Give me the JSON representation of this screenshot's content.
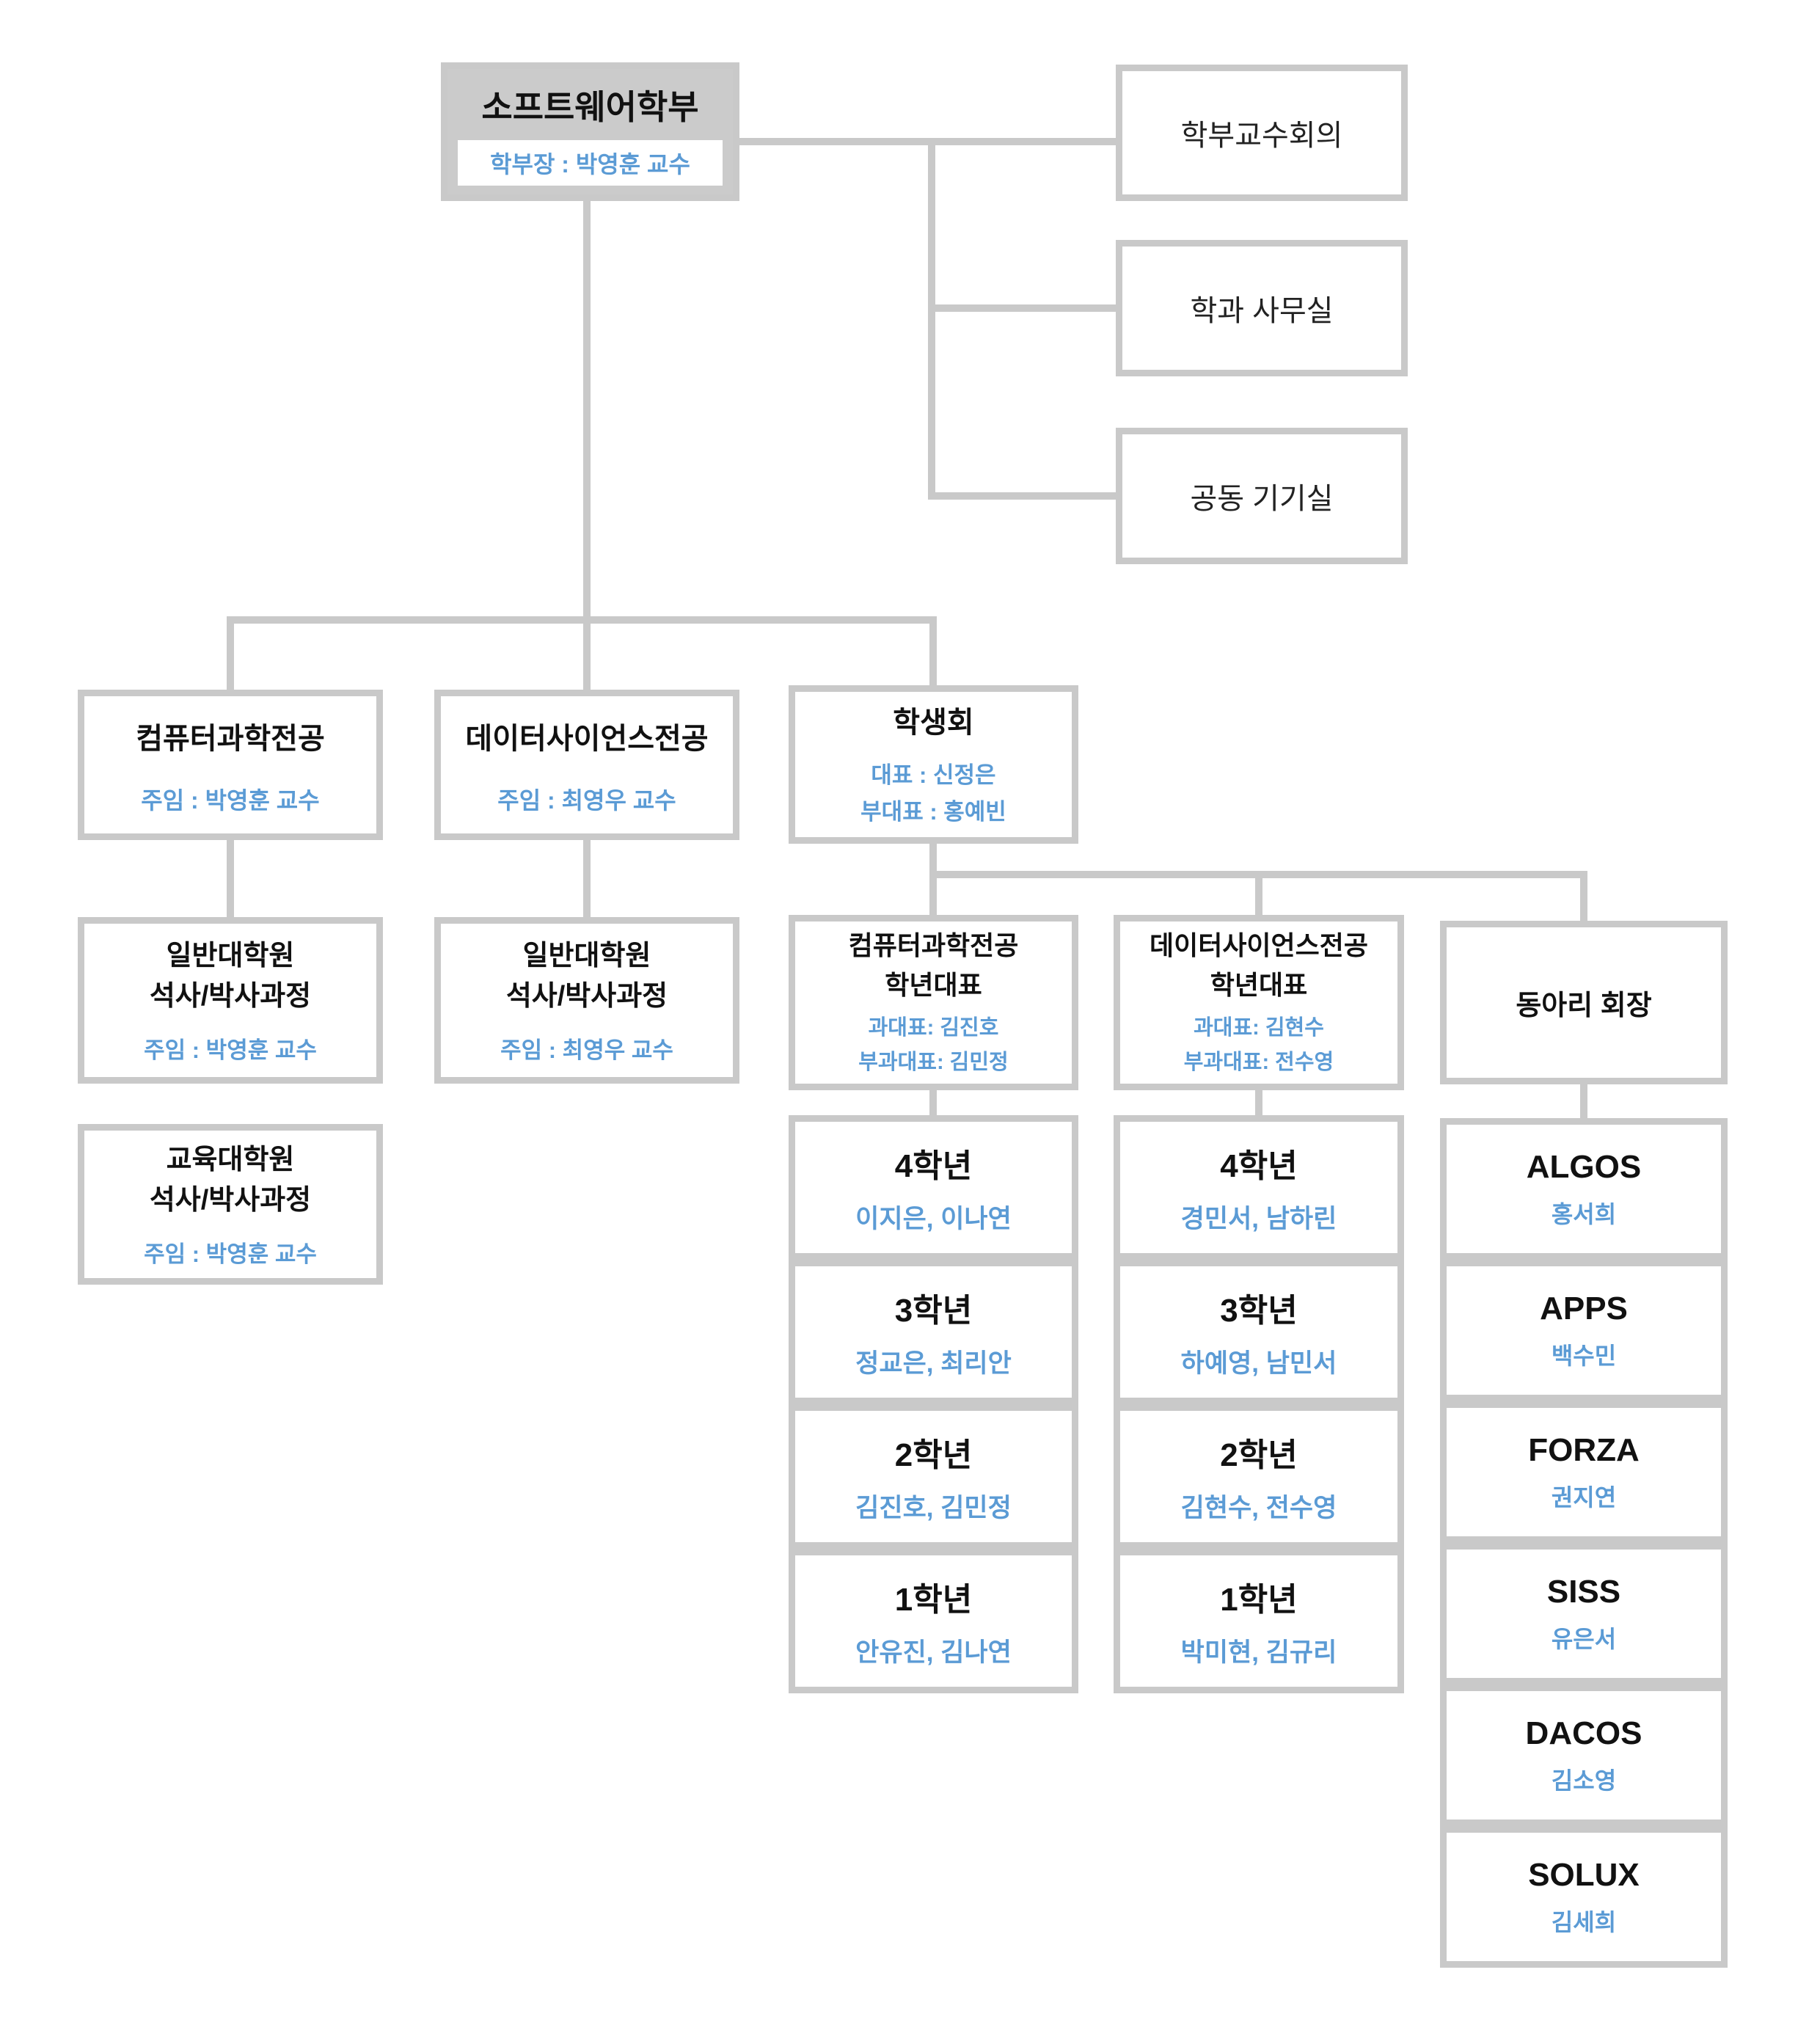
{
  "palette": {
    "line_gray": "#c9c9c9",
    "root_bg": "#cbcbcb",
    "accent_blue": "#5b9bd5",
    "text_black": "#111111"
  },
  "root": {
    "title": "소프트웨어학부",
    "subtitle": "학부장 : 박영훈 교수"
  },
  "admin_boxes": [
    {
      "label": "학부교수회의"
    },
    {
      "label": "학과 사무실"
    },
    {
      "label": "공동 기기실"
    }
  ],
  "majors": [
    {
      "title": "컴퓨터과학전공",
      "subtitle": "주임 : 박영훈 교수"
    },
    {
      "title": "데이터사이언스전공",
      "subtitle": "주임 : 최영우 교수"
    }
  ],
  "student_council": {
    "title": "학생회",
    "line1": "대표 : 신정은",
    "line2": "부대표 : 홍예빈"
  },
  "grad_schools": [
    {
      "title_line1": "일반대학원",
      "title_line2": "석사/박사과정",
      "subtitle": "주임 : 박영훈 교수"
    },
    {
      "title_line1": "교육대학원",
      "title_line2": "석사/박사과정",
      "subtitle": "주임 : 박영훈 교수"
    },
    {
      "title_line1": "일반대학원",
      "title_line2": "석사/박사과정",
      "subtitle": "주임 : 최영우 교수"
    }
  ],
  "year_reps": [
    {
      "title_line1": "컴퓨터과학전공",
      "title_line2": "학년대표",
      "line1": "과대표: 김진호",
      "line2": "부과대표: 김민정",
      "years": [
        {
          "grade": "4학년",
          "names": "이지은, 이나연"
        },
        {
          "grade": "3학년",
          "names": "정교은, 최리안"
        },
        {
          "grade": "2학년",
          "names": "김진호, 김민정"
        },
        {
          "grade": "1학년",
          "names": "안유진, 김나연"
        }
      ]
    },
    {
      "title_line1": "데이터사이언스전공",
      "title_line2": "학년대표",
      "line1": "과대표: 김현수",
      "line2": "부과대표: 전수영",
      "years": [
        {
          "grade": "4학년",
          "names": "경민서, 남하린"
        },
        {
          "grade": "3학년",
          "names": "하예영, 남민서"
        },
        {
          "grade": "2학년",
          "names": "김현수, 전수영"
        },
        {
          "grade": "1학년",
          "names": "박미현, 김규리"
        }
      ]
    }
  ],
  "clubs_header": {
    "title": "동아리 회장"
  },
  "clubs": [
    {
      "name": "ALGOS",
      "president": "홍서희"
    },
    {
      "name": "APPS",
      "president": "백수민"
    },
    {
      "name": "FORZA",
      "president": "권지연"
    },
    {
      "name": "SISS",
      "president": "유은서"
    },
    {
      "name": "DACOS",
      "president": "김소영"
    },
    {
      "name": "SOLUX",
      "president": "김세희"
    }
  ]
}
